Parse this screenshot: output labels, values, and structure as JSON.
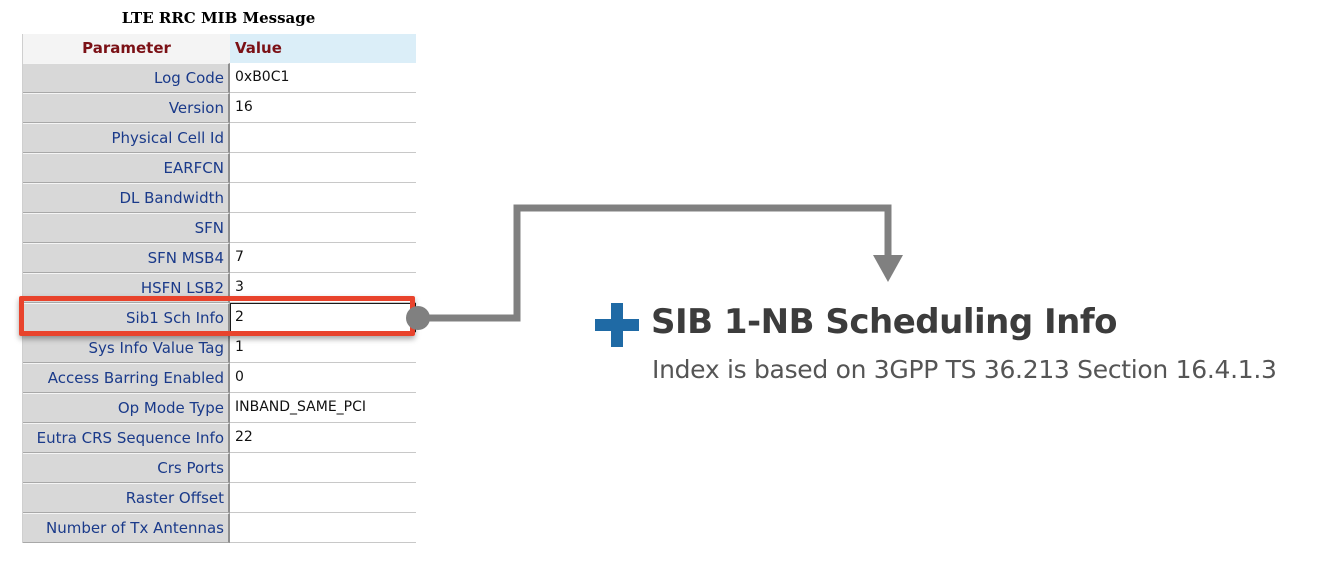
{
  "table": {
    "title": "LTE RRC MIB Message",
    "header": {
      "parameter": "Parameter",
      "value": "Value"
    },
    "rows": [
      {
        "param": "Log Code",
        "value": "0xB0C1"
      },
      {
        "param": "Version",
        "value": "16"
      },
      {
        "param": "Physical Cell Id",
        "value": ""
      },
      {
        "param": "EARFCN",
        "value": ""
      },
      {
        "param": "DL Bandwidth",
        "value": ""
      },
      {
        "param": "SFN",
        "value": ""
      },
      {
        "param": "SFN MSB4",
        "value": "7"
      },
      {
        "param": "HSFN LSB2",
        "value": "3"
      },
      {
        "param": "Sib1 Sch Info",
        "value": "2"
      },
      {
        "param": "Sys Info Value Tag",
        "value": "1"
      },
      {
        "param": "Access Barring Enabled",
        "value": "0"
      },
      {
        "param": "Op Mode Type",
        "value": "INBAND_SAME_PCI"
      },
      {
        "param": "Eutra CRS Sequence Info",
        "value": "22"
      },
      {
        "param": "Crs Ports",
        "value": ""
      },
      {
        "param": "Raster Offset",
        "value": ""
      },
      {
        "param": "Number of Tx Antennas",
        "value": ""
      }
    ]
  },
  "callout": {
    "title": "SIB 1-NB Scheduling Info",
    "subtitle": "Index is based on 3GPP TS 36.213 Section 16.4.1.3",
    "icon": "plus-icon"
  },
  "colors": {
    "highlight": "#e8432c",
    "plus": "#1f6aa5",
    "connector": "#808080",
    "header_text": "#7b1116",
    "param_text": "#1a3a8a"
  }
}
